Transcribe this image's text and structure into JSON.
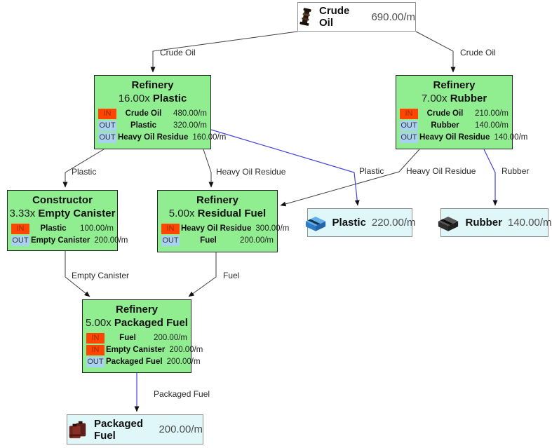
{
  "colors": {
    "producer_bg": "#90EE90",
    "output_bg": "#E0F7FA",
    "in_badge_bg": "#FF4500",
    "out_badge_bg": "#A9D2F1",
    "edge_black": "#3F3F3F",
    "edge_blue": "#4444DD"
  },
  "source_node": {
    "icon": "crude-oil-icon",
    "name": "Crude Oil",
    "rate": "690.00/m"
  },
  "producers": {
    "refinery_plastic": {
      "machine": "Refinery",
      "multiplier": "16.00x",
      "recipe": "Plastic",
      "rows": [
        {
          "dir": "IN",
          "name": "Crude Oil",
          "rate": "480.00/m"
        },
        {
          "dir": "OUT",
          "name": "Plastic",
          "rate": "320.00/m"
        },
        {
          "dir": "OUT",
          "name": "Heavy Oil Residue",
          "rate": "160.00/m"
        }
      ]
    },
    "refinery_rubber": {
      "machine": "Refinery",
      "multiplier": "7.00x",
      "recipe": "Rubber",
      "rows": [
        {
          "dir": "IN",
          "name": "Crude Oil",
          "rate": "210.00/m"
        },
        {
          "dir": "OUT",
          "name": "Rubber",
          "rate": "140.00/m"
        },
        {
          "dir": "OUT",
          "name": "Heavy Oil Residue",
          "rate": "140.00/m"
        }
      ]
    },
    "constructor_empty_canister": {
      "machine": "Constructor",
      "multiplier": "3.33x",
      "recipe": "Empty Canister",
      "rows": [
        {
          "dir": "IN",
          "name": "Plastic",
          "rate": "100.00/m"
        },
        {
          "dir": "OUT",
          "name": "Empty Canister",
          "rate": "200.00/m"
        }
      ]
    },
    "refinery_residual_fuel": {
      "machine": "Refinery",
      "multiplier": "5.00x",
      "recipe": "Residual Fuel",
      "rows": [
        {
          "dir": "IN",
          "name": "Heavy Oil Residue",
          "rate": "300.00/m"
        },
        {
          "dir": "OUT",
          "name": "Fuel",
          "rate": "200.00/m"
        }
      ]
    },
    "refinery_packaged_fuel": {
      "machine": "Refinery",
      "multiplier": "5.00x",
      "recipe": "Packaged Fuel",
      "rows": [
        {
          "dir": "IN",
          "name": "Fuel",
          "rate": "200.00/m"
        },
        {
          "dir": "IN",
          "name": "Empty Canister",
          "rate": "200.00/m"
        },
        {
          "dir": "OUT",
          "name": "Packaged Fuel",
          "rate": "200.00/m"
        }
      ]
    }
  },
  "outputs": {
    "plastic": {
      "icon": "plastic-icon",
      "name": "Plastic",
      "rate": "220.00/m"
    },
    "rubber": {
      "icon": "rubber-icon",
      "name": "Rubber",
      "rate": "140.00/m"
    },
    "packaged_fuel": {
      "icon": "packaged-fuel-icon",
      "name": "Packaged Fuel",
      "rate": "200.00/m"
    }
  },
  "edges": {
    "crude_to_plastic": {
      "label": "Crude Oil"
    },
    "crude_to_rubber": {
      "label": "Crude Oil"
    },
    "plastic_to_constructor": {
      "label": "Plastic"
    },
    "plastic_to_residual": {
      "label": "Heavy Oil Residue"
    },
    "plastic_to_output": {
      "label": "Plastic"
    },
    "rubber_to_residual": {
      "label": "Heavy Oil Residue"
    },
    "rubber_to_output": {
      "label": "Rubber"
    },
    "constructor_to_packaged": {
      "label": "Empty Canister"
    },
    "residual_to_packaged": {
      "label": "Fuel"
    },
    "packaged_to_output": {
      "label": "Packaged Fuel"
    }
  }
}
